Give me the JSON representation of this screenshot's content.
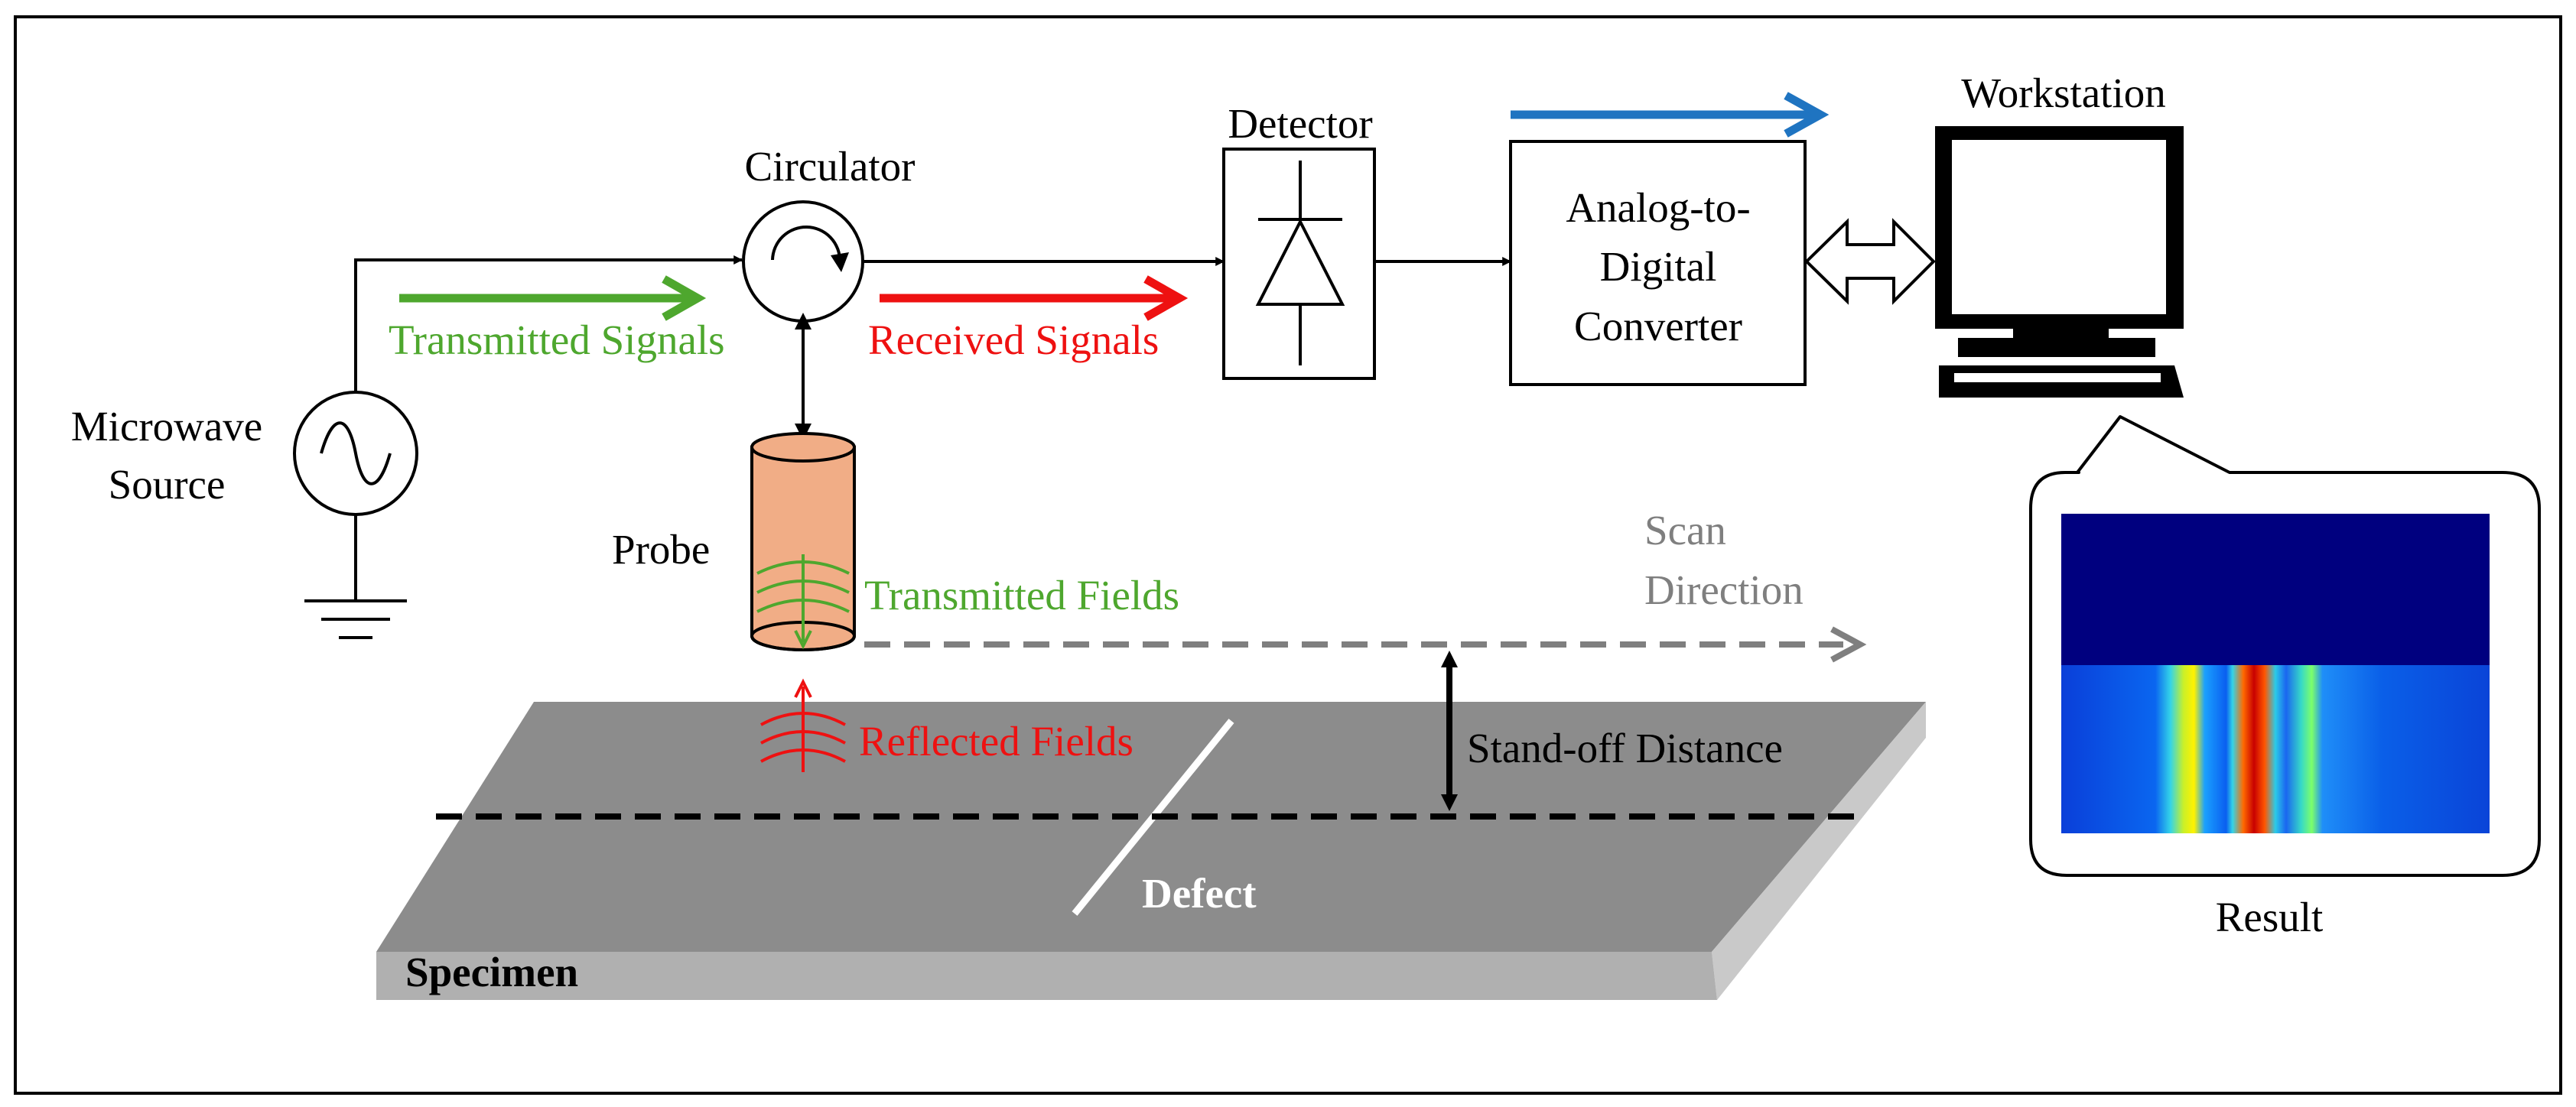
{
  "labels": {
    "microwave_source_line1": "Microwave",
    "microwave_source_line2": "Source",
    "circulator": "Circulator",
    "detector": "Detector",
    "adc_line1": "Analog-to-",
    "adc_line2": "Digital",
    "adc_line3": "Converter",
    "workstation": "Workstation",
    "transmitted_signals": "Transmitted Signals",
    "received_signals": "Received Signals",
    "probe": "Probe",
    "transmitted_fields": "Transmitted Fields",
    "reflected_fields": "Reflected Fields",
    "scan_direction_line1": "Scan",
    "scan_direction_line2": "Direction",
    "standoff_distance": "Stand-off Distance",
    "defect": "Defect",
    "specimen": "Specimen",
    "result": "Result"
  },
  "colors": {
    "transmitted": "#4ea72e",
    "received": "#ee1111",
    "scan": "#7f7f7f",
    "data_flow": "#1f74c1",
    "probe_fill": "#f1ad86",
    "specimen_top": "#8c8c8c",
    "specimen_front": "#b0b0b0",
    "specimen_side": "#c9c9c9",
    "result_upper": "#00007f"
  },
  "icons": [
    "sine-source-icon",
    "ground-icon",
    "circulator-icon",
    "diode-icon",
    "monitor-icon"
  ]
}
